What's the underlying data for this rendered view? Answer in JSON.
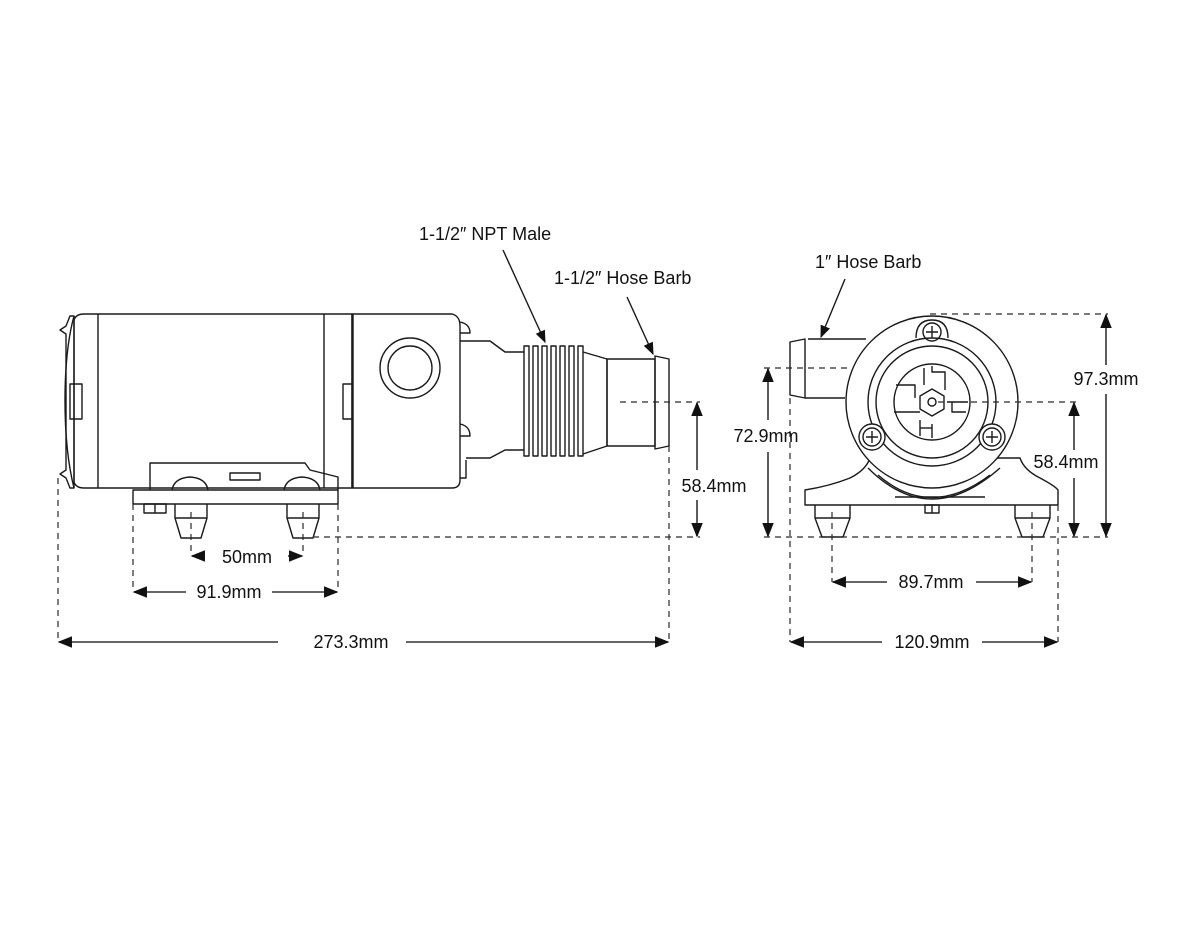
{
  "drawing": {
    "colors": {
      "line": "#1a1a1a",
      "background": "#ffffff"
    },
    "side_view": {
      "callouts": {
        "npt_male": "1-1/2″ NPT Male",
        "hose_barb_large": "1-1/2″ Hose Barb"
      },
      "dimensions": {
        "foot_spacing": "50mm",
        "base_length": "91.9mm",
        "overall_length": "273.3mm",
        "outlet_height": "58.4mm"
      }
    },
    "end_view": {
      "callouts": {
        "hose_barb_small": "1″ Hose Barb"
      },
      "dimensions": {
        "inlet_height": "72.9mm",
        "overall_height": "97.3mm",
        "outlet_center_height": "58.4mm",
        "foot_spacing": "89.7mm",
        "overall_width": "120.9mm"
      }
    }
  }
}
